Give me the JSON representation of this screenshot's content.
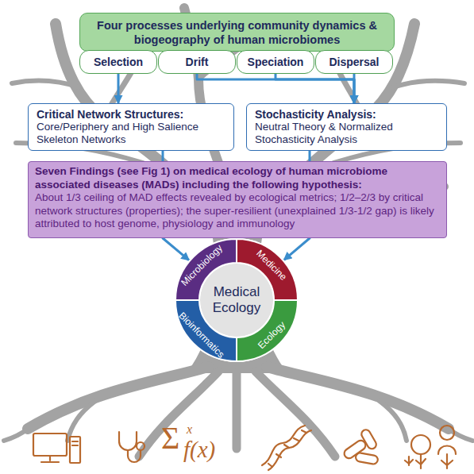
{
  "diagram": {
    "nodes": [
      {
        "text": [
          "Four processes underlying community dynamics & biogeography of human microbiomes"
        ]
      },
      {
        "text": [
          "Selection"
        ]
      },
      {
        "text": [
          "Drift"
        ]
      },
      {
        "text": [
          "Speciation"
        ]
      },
      {
        "text": [
          "Dispersal"
        ]
      },
      {
        "text": [
          "Critical Network Structures:",
          "Core/Periphery and High Salience Skeleton Networks"
        ]
      },
      {
        "text": [
          "Stochasticity Analysis:",
          "Neutral Theory & Normalized Stochasticity Analysis"
        ]
      },
      {
        "text": [
          "Seven Findings (see Fig 1) on medical ecology of human microbiome associated diseases (MADs) including the following hypothesis:",
          "About 1/3 ceiling of MAD effects revealed by ecological metrics; 1/2–2/3 by critical network structures (properties); the super-resilient (unexplained 1/3-1/2 gap) is likely attributed to host genome, physiology and immunology"
        ]
      },
      {
        "text": [
          "Medical Ecology"
        ]
      },
      {
        "text": [
          "Microbiology"
        ],
        "in": 8
      },
      {
        "text": [
          "Medicine"
        ],
        "in": 8
      },
      {
        "text": [
          "Bioinformatics"
        ],
        "in": 8
      },
      {
        "text": [
          "Ecology"
        ],
        "in": 8
      }
    ],
    "edges": [
      {
        "from": 1,
        "to": 5,
        "arrow": "to"
      },
      {
        "from": 2,
        "to": 6,
        "arrow": "to"
      },
      {
        "from": 3,
        "to": 6,
        "arrow": "to"
      },
      {
        "from": 4,
        "to": 6,
        "arrow": "to"
      },
      {
        "from": 5,
        "to": 8,
        "arrow": "to"
      },
      {
        "from": 6,
        "to": 8,
        "arrow": "to"
      }
    ],
    "labels": [
      "Σ",
      "x",
      "f(x)"
    ]
  }
}
